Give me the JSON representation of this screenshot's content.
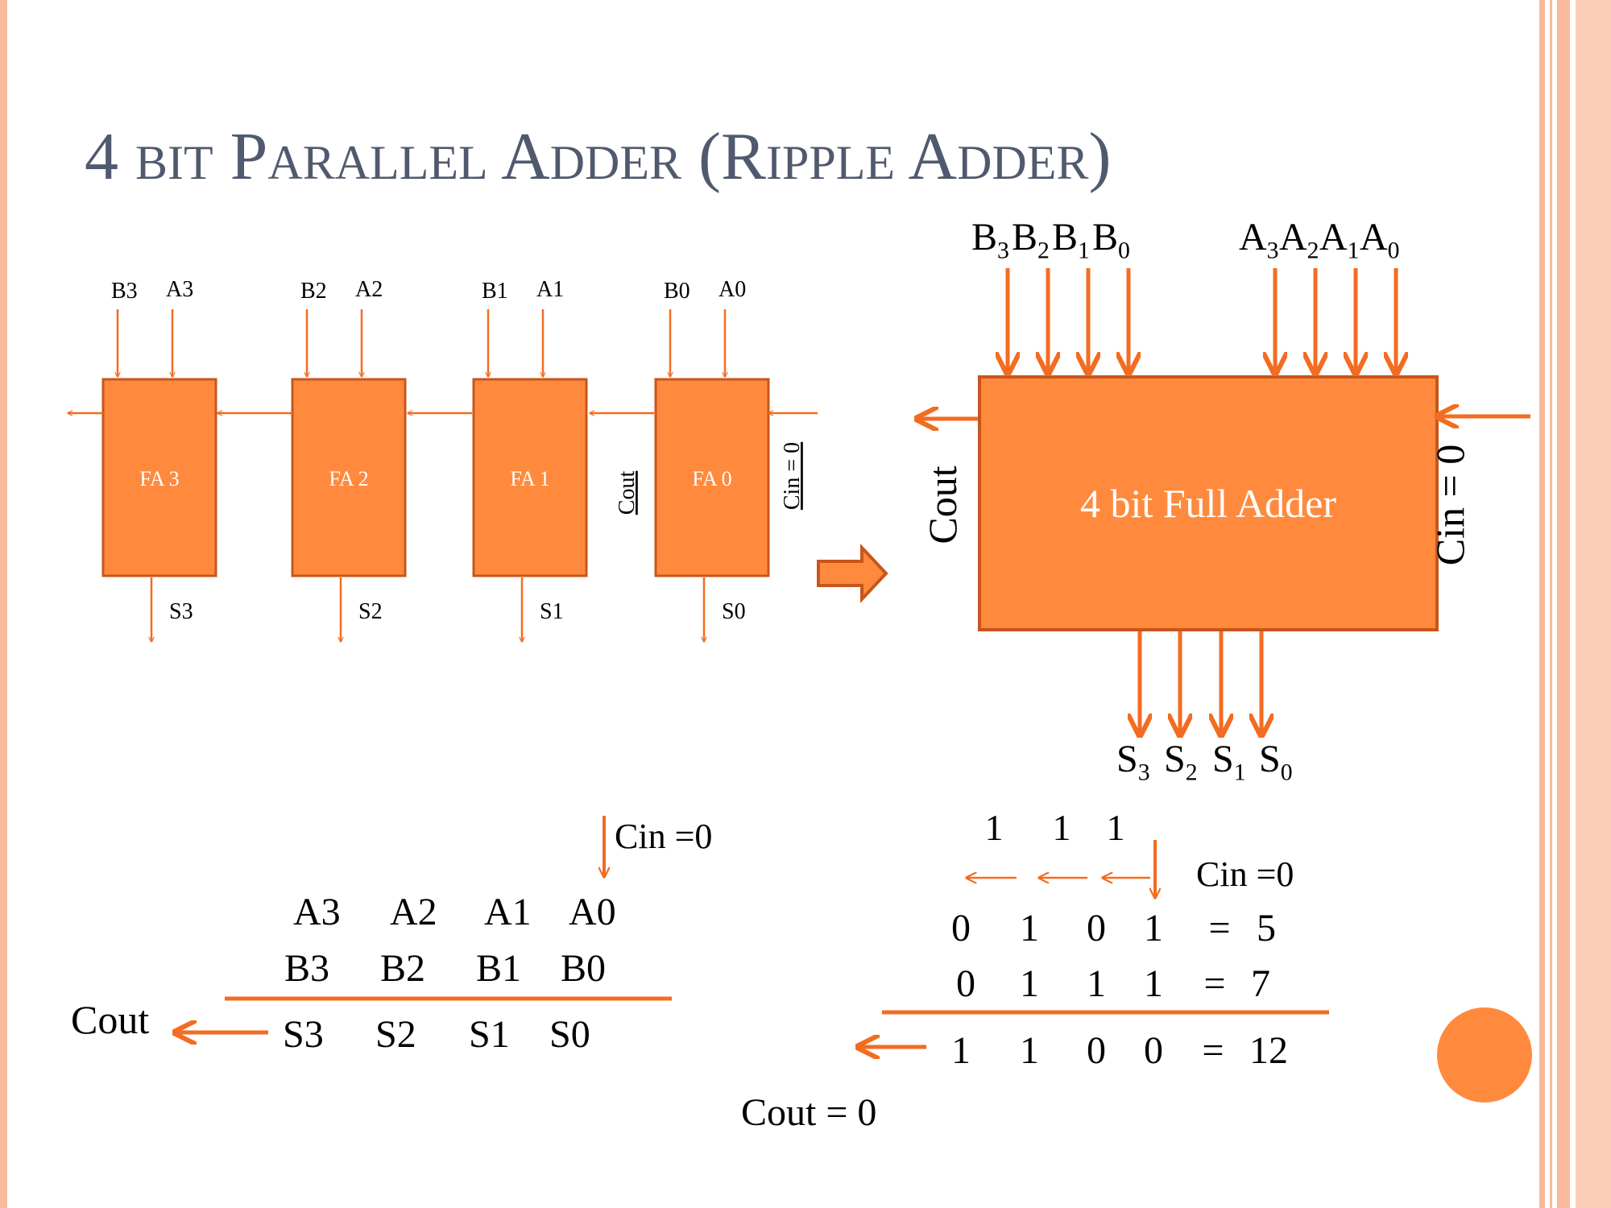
{
  "slide": {
    "title": "4 BIT PARALLEL ADDER (RIPPLE ADDER)",
    "title_big_letters": [
      "4",
      "P",
      "A",
      "(R",
      "A"
    ],
    "title_words": [
      "4",
      "BIT",
      "PARALLEL",
      "ADDER",
      "(RIPPLE",
      "ADDER)"
    ]
  },
  "ripple": {
    "blocks": [
      {
        "label": "FA 3",
        "b": "B3",
        "a": "A3",
        "s": "S3"
      },
      {
        "label": "FA 2",
        "b": "B2",
        "a": "A2",
        "s": "S2"
      },
      {
        "label": "FA 1",
        "b": "B1",
        "a": "A1",
        "s": "S1"
      },
      {
        "label": "FA 0",
        "b": "B0",
        "a": "A0",
        "s": "S0"
      }
    ],
    "cout_label": "Cout",
    "cin_label": "Cin = 0"
  },
  "block": {
    "label": "4 bit Full Adder",
    "b_inputs": [
      {
        "base": "B",
        "sub": "3"
      },
      {
        "base": "B",
        "sub": "2"
      },
      {
        "base": "B",
        "sub": "1"
      },
      {
        "base": "B",
        "sub": "0"
      }
    ],
    "a_inputs": [
      {
        "base": "A",
        "sub": "3"
      },
      {
        "base": "A",
        "sub": "2"
      },
      {
        "base": "A",
        "sub": "1"
      },
      {
        "base": "A",
        "sub": "0"
      }
    ],
    "s_outputs": [
      {
        "base": "S",
        "sub": "3"
      },
      {
        "base": "S",
        "sub": "2"
      },
      {
        "base": "S",
        "sub": "1"
      },
      {
        "base": "S",
        "sub": "0"
      }
    ],
    "cout_label": "Cout",
    "cin_label": "Cin = 0"
  },
  "generic_sum": {
    "cin": "Cin =0",
    "row_a": [
      "A3",
      "A2",
      "A1",
      "A0"
    ],
    "row_b": [
      "B3",
      "B2",
      "B1",
      "B0"
    ],
    "row_s": [
      "S3",
      "S2",
      "S1",
      "S0"
    ],
    "cout": "Cout"
  },
  "example": {
    "carries": [
      "1",
      "1",
      "1"
    ],
    "cin": "Cin =0",
    "rows": [
      {
        "bits": [
          "0",
          "1",
          "0",
          "1"
        ],
        "eq": "=",
        "dec": "5"
      },
      {
        "bits": [
          "0",
          "1",
          "1",
          "1"
        ],
        "eq": "=",
        "dec": "7"
      },
      {
        "bits": [
          "1",
          "1",
          "0",
          "0"
        ],
        "eq": "=",
        "dec": "12"
      }
    ],
    "cout": "Cout = 0"
  },
  "colors": {
    "orange": "#FF8A3D",
    "orange_edge": "#C8561C",
    "arrow": "#F36C21",
    "title": "#505A6E",
    "border": "#F9B99C"
  }
}
